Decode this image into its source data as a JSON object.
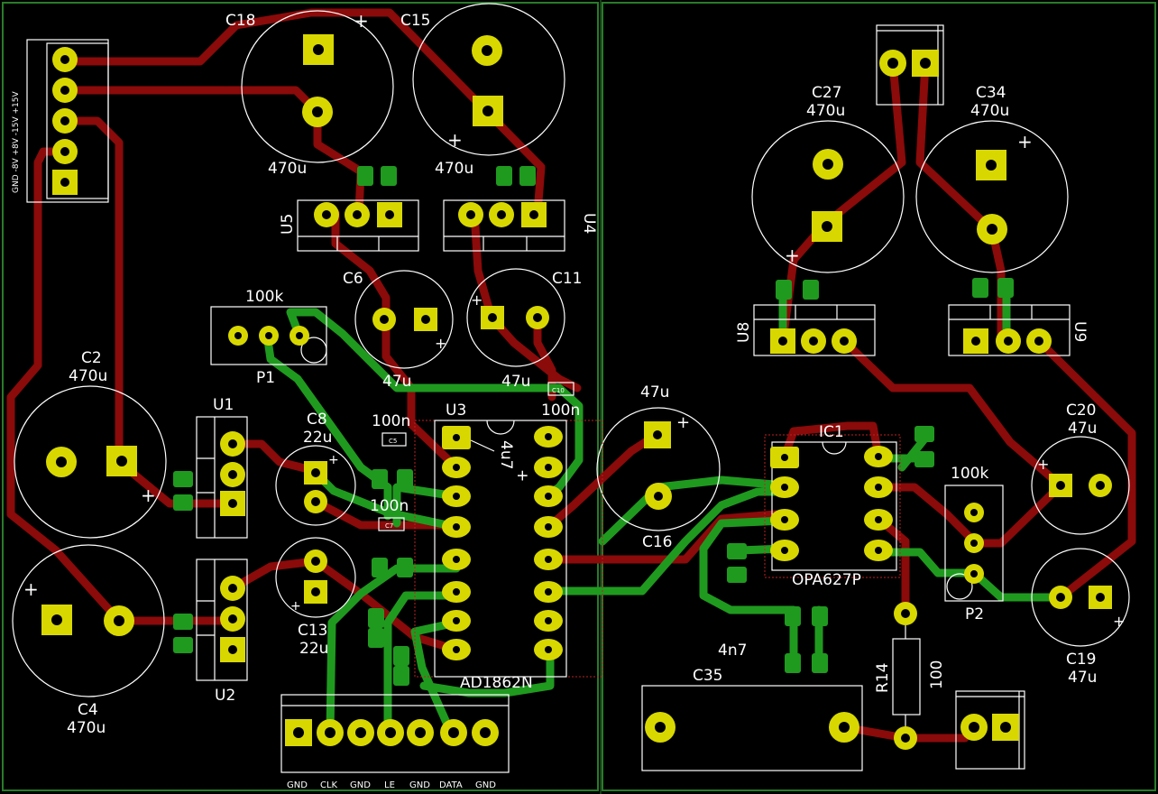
{
  "colors": {
    "background": "#000000",
    "edge": "#2a7a2a",
    "copper_top": "#8b0a0a",
    "copper_bottom": "#1f9a1f",
    "pad": "#d8d800",
    "silkscreen": "#ffffff"
  },
  "power_header": {
    "pin_labels": "GND  -8V +8V  -15V +15V"
  },
  "capacitors": {
    "c18": {
      "ref": "C18",
      "value": "470u"
    },
    "c15": {
      "ref": "C15",
      "value": "470u"
    },
    "c27": {
      "ref": "C27",
      "value": "470u"
    },
    "c34": {
      "ref": "C34",
      "value": "470u"
    },
    "c2": {
      "ref": "C2",
      "value": "470u"
    },
    "c4": {
      "ref": "C4",
      "value": "470u"
    },
    "c6": {
      "ref": "C6",
      "value": "47u"
    },
    "c11": {
      "ref": "C11",
      "value": "47u"
    },
    "c8": {
      "ref": "C8",
      "value": "22u"
    },
    "c13": {
      "ref": "C13",
      "value": "22u"
    },
    "c16": {
      "ref": "C16",
      "value": "47u"
    },
    "c20": {
      "ref": "C20",
      "value": "47u"
    },
    "c19": {
      "ref": "C19",
      "value": "47u"
    },
    "c35": {
      "ref": "C35",
      "value": "4n7"
    },
    "c5": {
      "ref": "C5",
      "value": "100n"
    },
    "c7": {
      "ref": "C7",
      "value": "100n"
    },
    "c10": {
      "ref": "C10",
      "value": "100n"
    },
    "u3_decoupling": {
      "value": "4u7"
    }
  },
  "regulators": {
    "u5": {
      "ref": "U5"
    },
    "u4": {
      "ref": "U4"
    },
    "u8": {
      "ref": "U8"
    },
    "u9": {
      "ref": "U9"
    },
    "u1": {
      "ref": "U1"
    },
    "u2": {
      "ref": "U2"
    }
  },
  "potentiometers": {
    "p1": {
      "ref": "P1",
      "value": "100k"
    },
    "p2": {
      "ref": "P2",
      "value": "100k"
    }
  },
  "ics": {
    "u3": {
      "ref": "U3",
      "value": "AD1862N"
    },
    "ic1": {
      "ref": "IC1",
      "value": "OPA627P"
    }
  },
  "resistors": {
    "r14": {
      "ref": "R14",
      "value": "100"
    }
  },
  "signal_header": {
    "pin_labels": [
      "GND",
      "CLK",
      "GND",
      "LE",
      "GND",
      "DATA",
      "GND"
    ]
  }
}
